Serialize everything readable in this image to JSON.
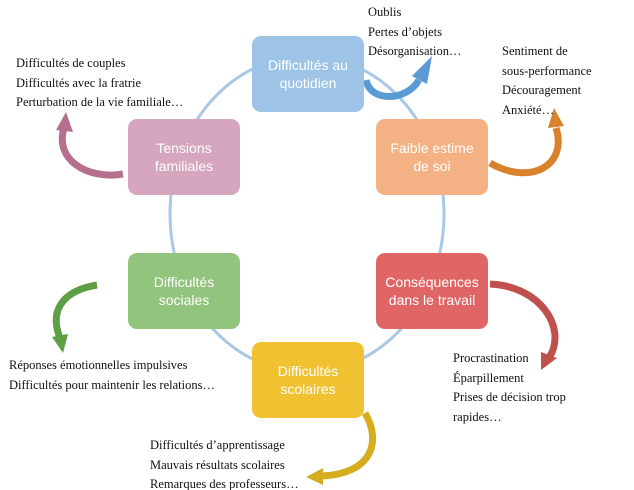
{
  "boxes": [
    {
      "id": "quotidien",
      "label": "Difficultés au quotidien",
      "color": "#9DC3E6"
    },
    {
      "id": "estime",
      "label": "Faible estime de soi",
      "color": "#F4B183"
    },
    {
      "id": "travail",
      "label": "Conséquences dans le travail",
      "color": "#E06666"
    },
    {
      "id": "scolaires",
      "label": "Difficultés scolaires",
      "color": "#F0C232"
    },
    {
      "id": "sociales",
      "label": "Difficultés sociales",
      "color": "#93C47D"
    },
    {
      "id": "familiales",
      "label": "Tensions familiales",
      "color": "#D5A6BD"
    }
  ],
  "notes": {
    "quotidien": [
      "Oublis",
      "Pertes d’objets",
      "Désorganisation…"
    ],
    "estime": [
      "Sentiment de",
      "sous-performance",
      "Découragement",
      "Anxiété…"
    ],
    "travail": [
      "Procrastination",
      "Éparpillement",
      "Prises de décision trop",
      "rapides…"
    ],
    "scolaires": [
      "Difficultés d’apprentissage",
      "Mauvais résultats scolaires",
      "Remarques des professeurs…"
    ],
    "sociales": [
      "Réponses émotionnelles impulsives",
      "Difficultés pour maintenir les relations…"
    ],
    "familiales": [
      "Difficultés de couples",
      "Difficultés avec la fratrie",
      "Perturbation de la vie familiale…"
    ]
  },
  "arrow_colors": {
    "quotidien": "#5B9BD5",
    "estime": "#D9822B",
    "travail": "#C0504D",
    "scolaires": "#D6AD1F",
    "sociales": "#5E9E45",
    "familiales": "#B5708F"
  },
  "cycle_color": "#A9C8E6"
}
